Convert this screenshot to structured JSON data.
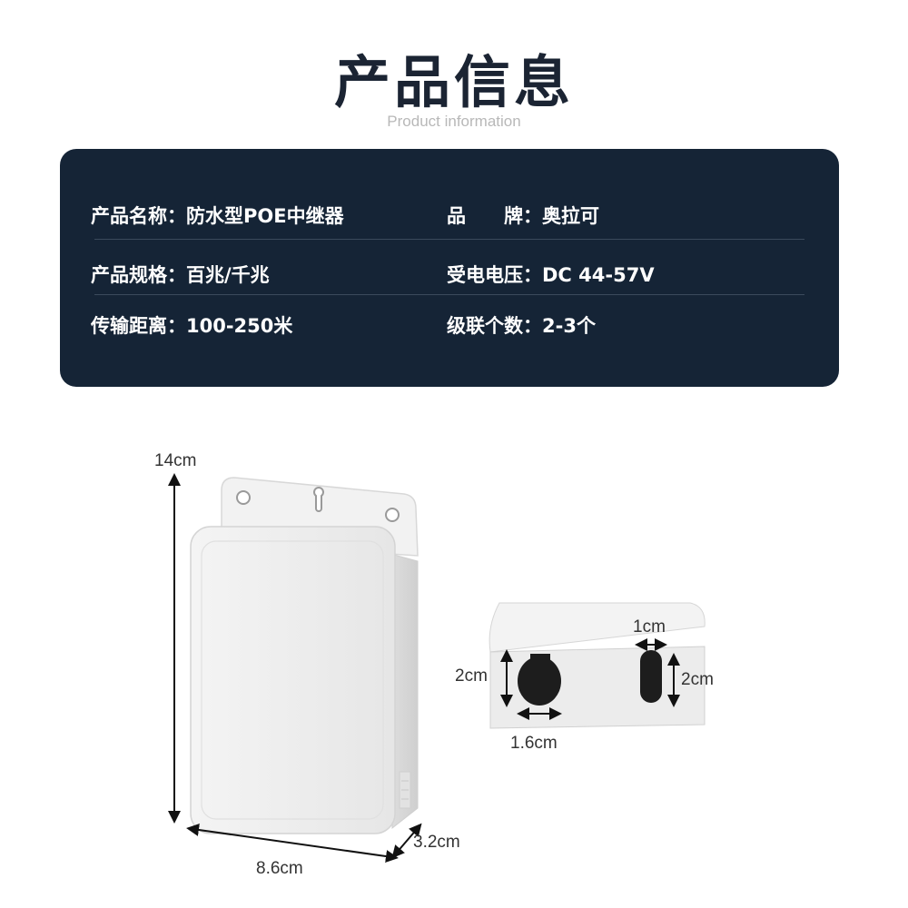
{
  "header": {
    "title": "产品信息",
    "subtitle": "Product information"
  },
  "specs": [
    {
      "left": "产品名称：防水型POE中继器",
      "right": "品　　牌：奥拉可"
    },
    {
      "left": "产品规格：百兆/千兆",
      "right": "受电电压：DC 44-57V"
    },
    {
      "left": "传输距离：100-250米",
      "right": "级联个数：2-3个"
    }
  ],
  "dimensions": {
    "height": "14cm",
    "width": "8.6cm",
    "depth": "3.2cm",
    "slot_width": "1cm",
    "hole_height": "2cm",
    "slot_height": "2cm",
    "hole_width": "1.6cm"
  },
  "colors": {
    "panel": "#152436",
    "panel_text": "#ffffff",
    "title": "#1b2433"
  }
}
